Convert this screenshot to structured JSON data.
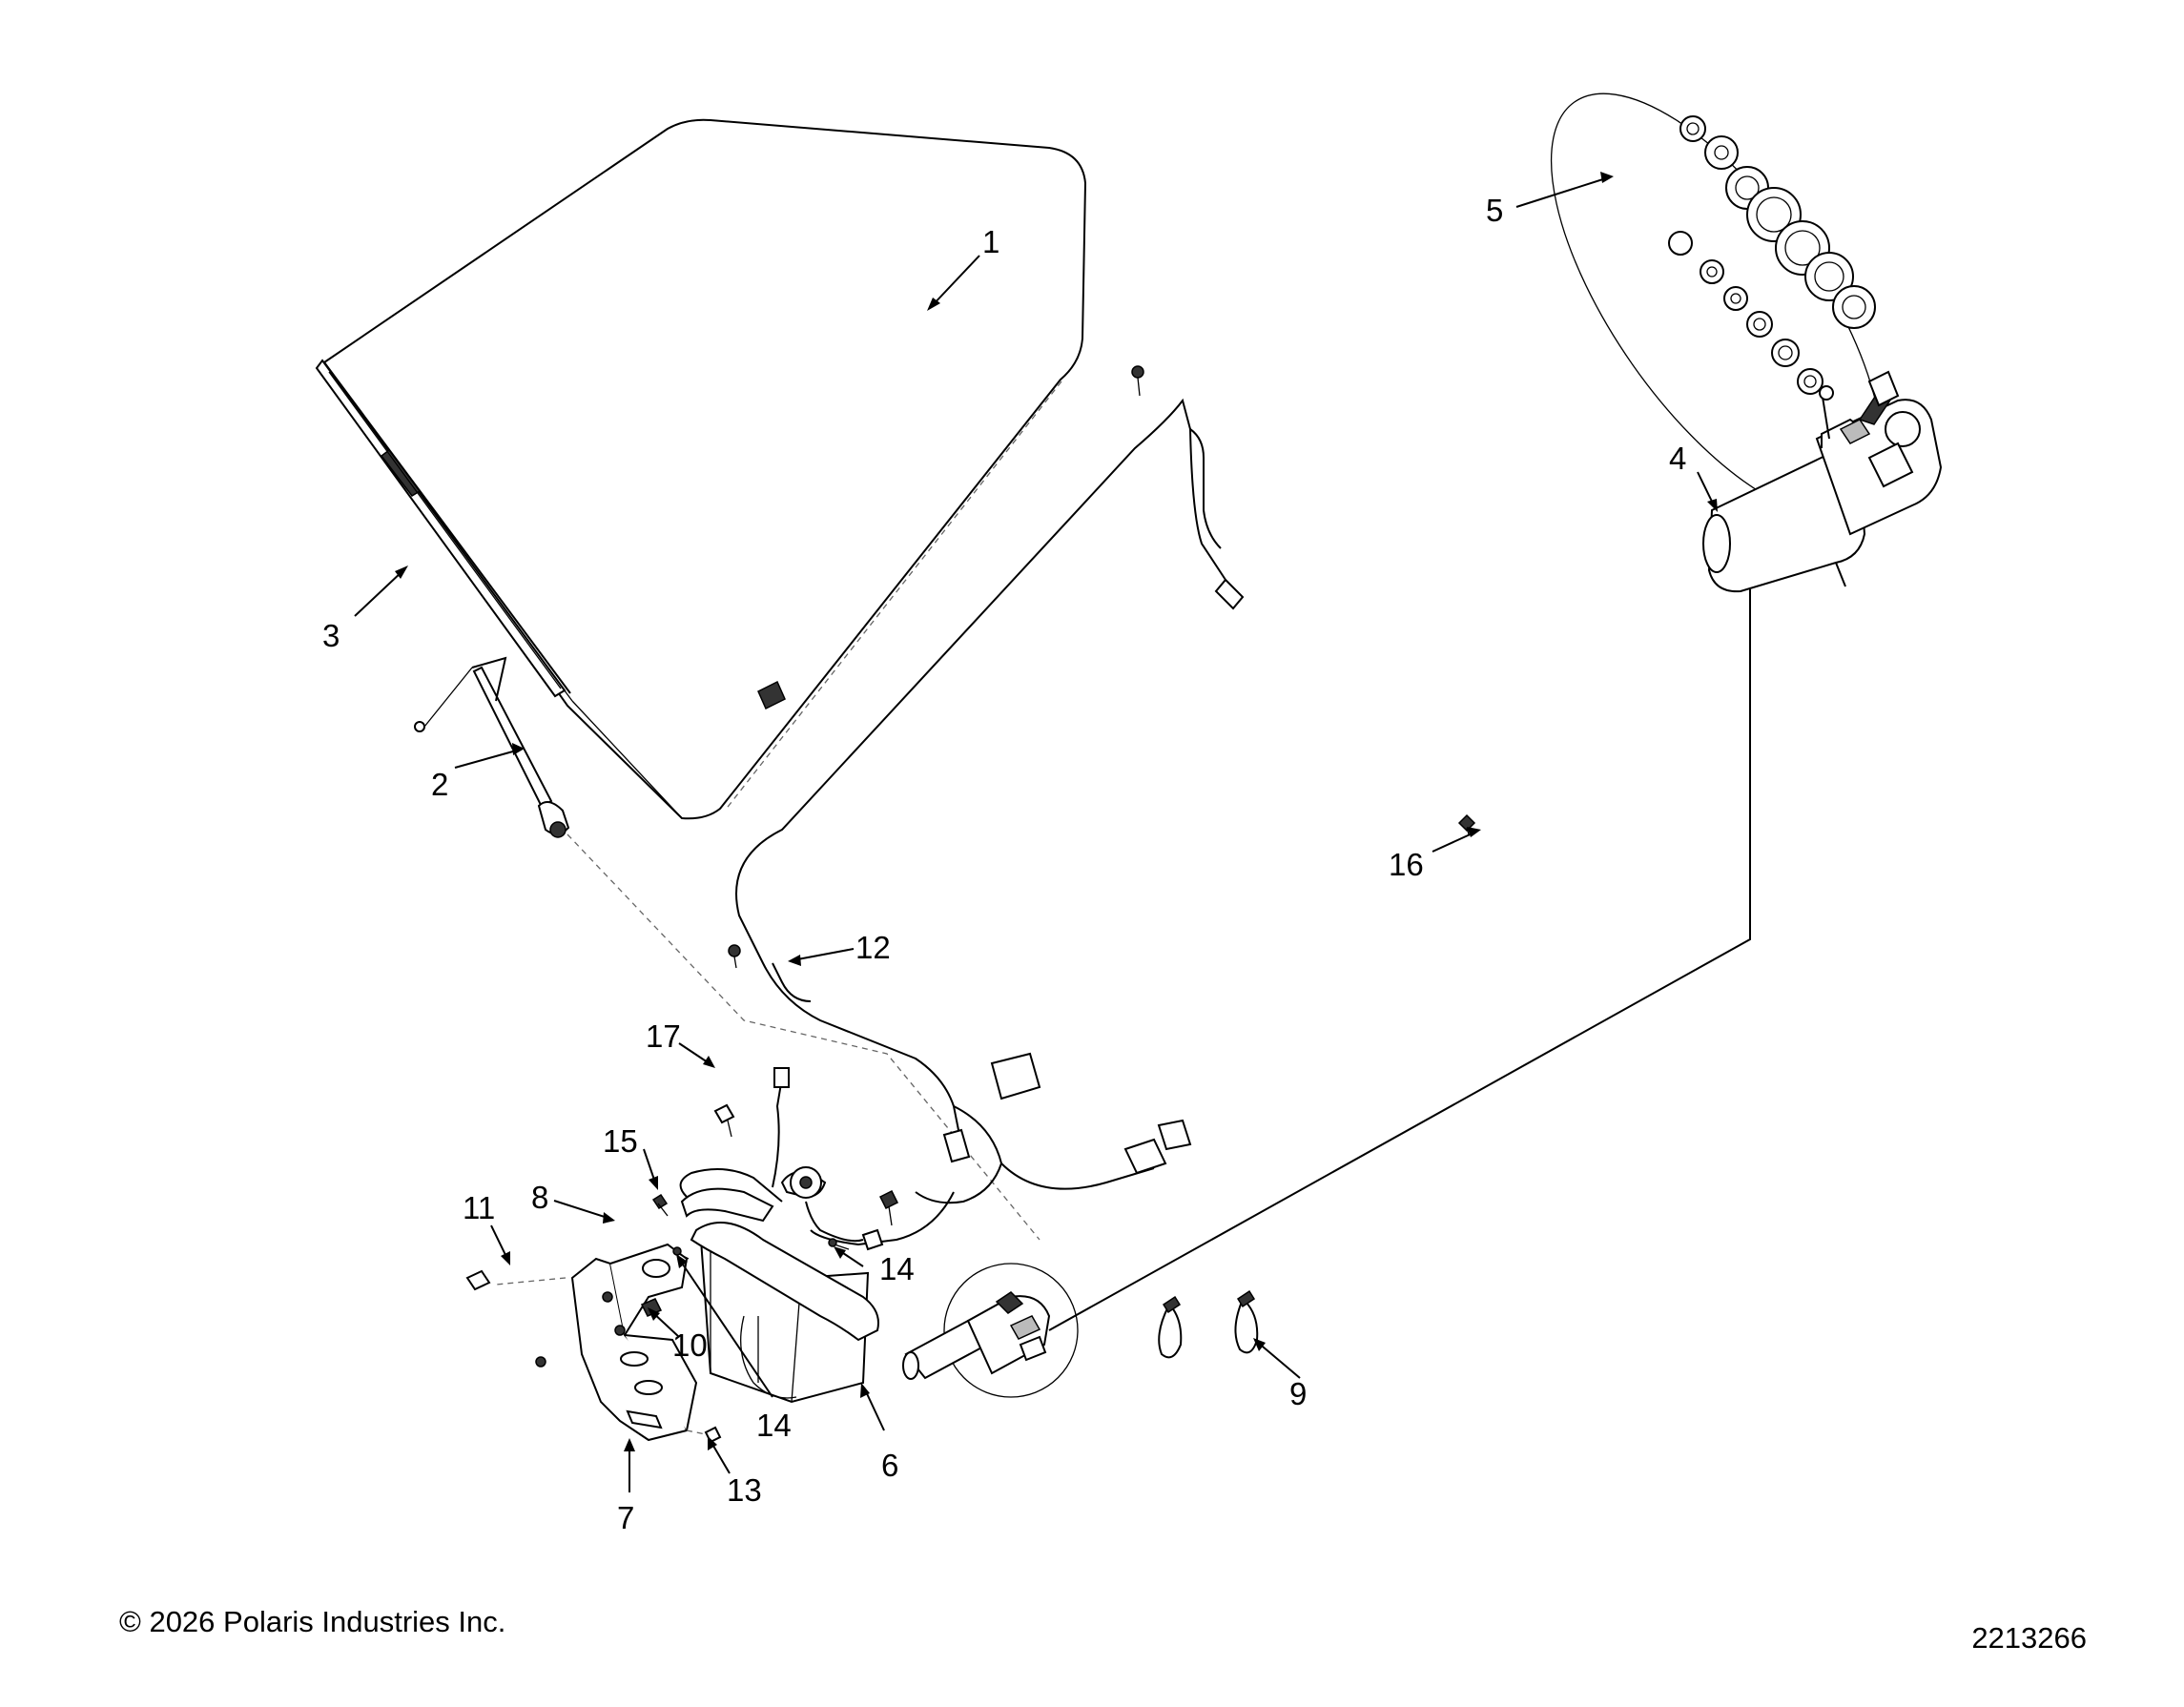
{
  "callouts": [
    {
      "id": "1",
      "label": "1"
    },
    {
      "id": "2",
      "label": "2"
    },
    {
      "id": "3",
      "label": "3"
    },
    {
      "id": "4",
      "label": "4"
    },
    {
      "id": "5",
      "label": "5"
    },
    {
      "id": "6",
      "label": "6"
    },
    {
      "id": "7",
      "label": "7"
    },
    {
      "id": "8",
      "label": "8"
    },
    {
      "id": "9",
      "label": "9"
    },
    {
      "id": "10",
      "label": "10"
    },
    {
      "id": "11",
      "label": "11"
    },
    {
      "id": "12",
      "label": "12"
    },
    {
      "id": "13",
      "label": "13"
    },
    {
      "id": "14a",
      "label": "14"
    },
    {
      "id": "14b",
      "label": "14"
    },
    {
      "id": "15",
      "label": "15"
    },
    {
      "id": "16",
      "label": "16"
    },
    {
      "id": "17",
      "label": "17"
    }
  ],
  "footer": {
    "copyright": "© 2026 Polaris Industries Inc.",
    "drawing_number": "2213266"
  }
}
